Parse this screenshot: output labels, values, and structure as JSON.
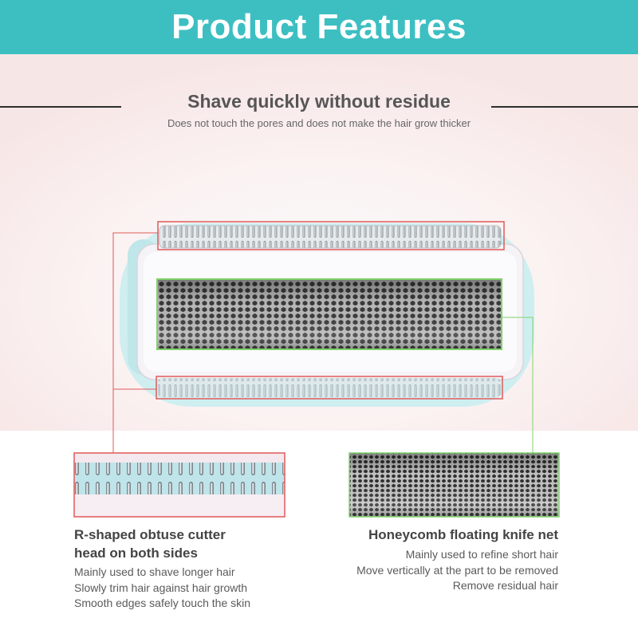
{
  "header": {
    "title": "Product Features"
  },
  "section": {
    "title": "Shave quickly without residue",
    "description": "Does not touch the pores and does not make the hair grow thicker"
  },
  "features": [
    {
      "title_line1": "R-shaped obtuse cutter",
      "title_line2": "head on both sides",
      "points": [
        "Mainly used to shave longer hair",
        "Slowly trim hair against hair growth",
        "Smooth edges safely touch the skin"
      ]
    },
    {
      "title_line1": "Honeycomb floating knife net",
      "points": [
        "Mainly used to refine short hair",
        "Move vertically at the part to be removed",
        "Remove residual hair"
      ]
    }
  ],
  "colors": {
    "header_bg": "#3dbfc2",
    "cutter_highlight": "#e05a5a",
    "net_highlight": "#7fd36a",
    "device_teal": "#bfe6e8"
  },
  "icons": [
    "shaver-head-image",
    "cutter-closeup-image",
    "honeycomb-net-closeup-image"
  ]
}
